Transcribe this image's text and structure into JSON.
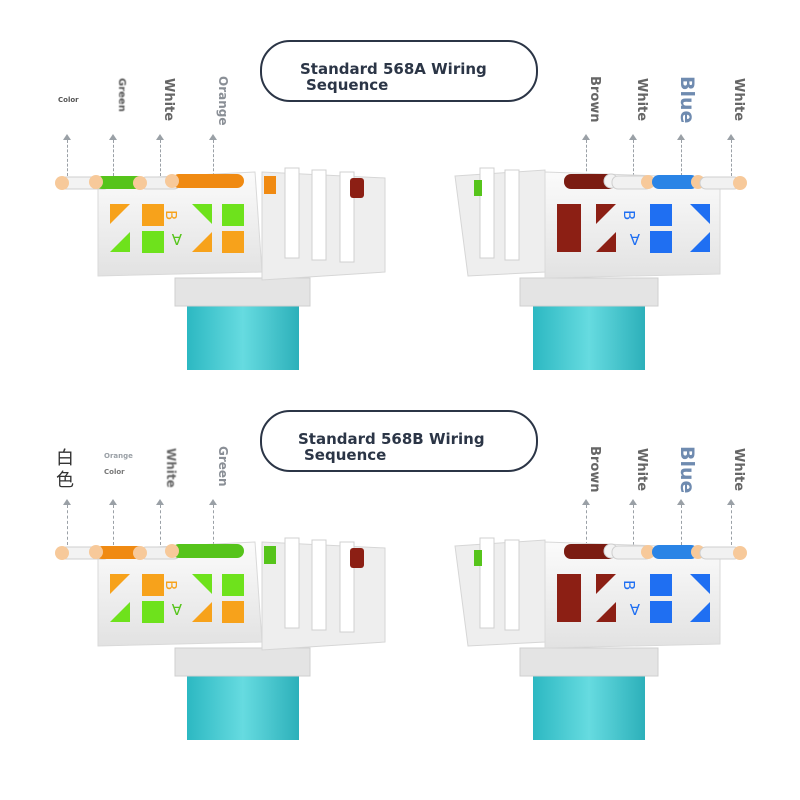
{
  "sections": {
    "a": {
      "title_line1": "Standard 568A Wiring",
      "title_line2": "Sequence",
      "left_labels": [
        "Color",
        "Green",
        "White",
        "Orange"
      ],
      "right_labels": [
        "Brown",
        "White",
        "Blue",
        "White"
      ],
      "marks": [
        "B",
        "A"
      ]
    },
    "b": {
      "title_line1": "Standard 568B Wiring",
      "title_line2": "Sequence",
      "left_stack": [
        "白",
        "色"
      ],
      "left_labels": [
        "Orange",
        "Color",
        "White",
        "Green"
      ],
      "right_labels": [
        "Brown",
        "White",
        "Blue",
        "White"
      ],
      "marks": [
        "B",
        "A"
      ]
    }
  },
  "colors": {
    "orange": "#f7a21b",
    "green": "#6ee21c",
    "brown": "#8c1f14",
    "blue": "#1f6ff2",
    "teal": "#3fc9cf",
    "pill_border": "#2b3546"
  }
}
